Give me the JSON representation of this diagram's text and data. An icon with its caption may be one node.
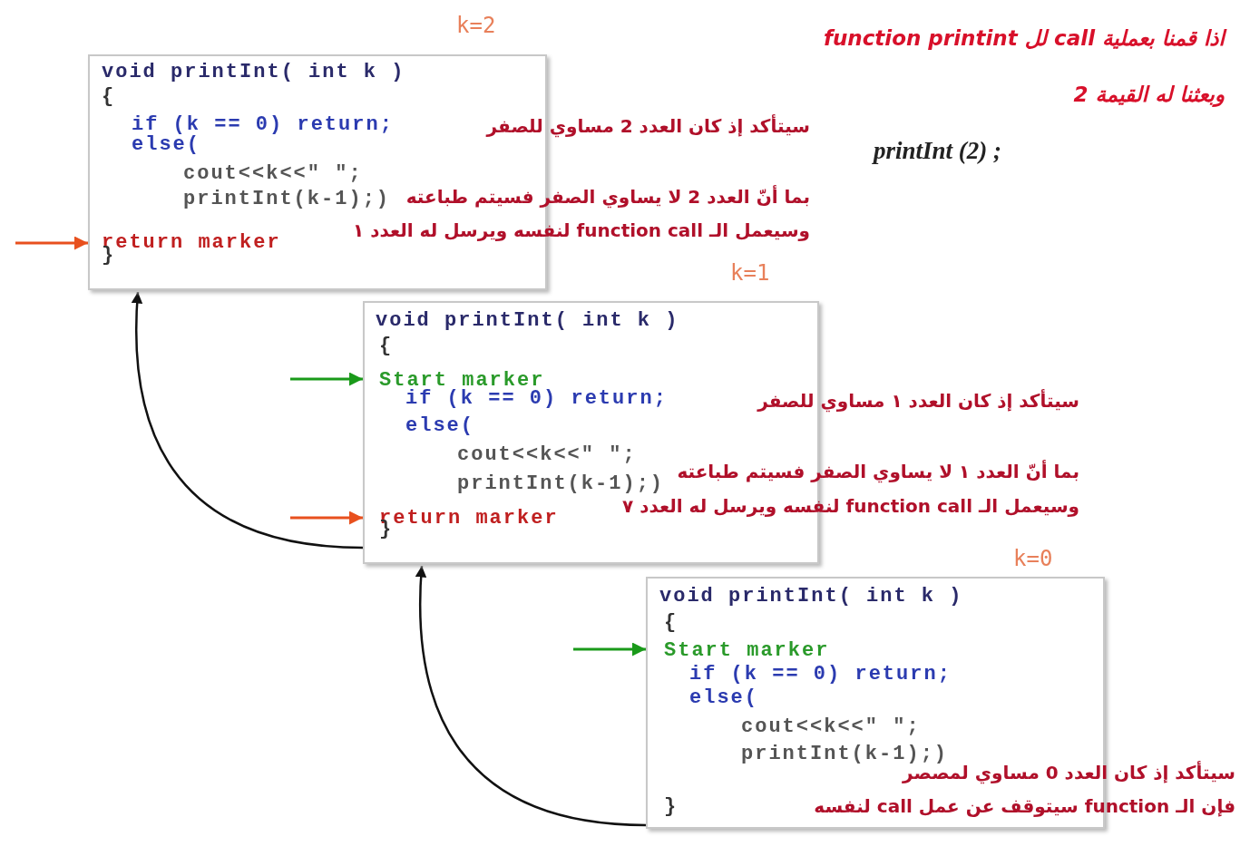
{
  "diagram": {
    "nodes": [
      {
        "text": [
          "void printInt( int k )",
          "{",
          "if (k == 0) return;",
          "else(",
          "cout<<k<<\" \";",
          "printInt(k-1);)",
          "return marker",
          "}"
        ],
        "beside": [
          "k=2"
        ]
      },
      {
        "text": [
          "void printInt( int k )",
          "{",
          "Start marker",
          "if (k == 0) return;",
          "else(",
          "cout<<k<<\" \";",
          "printInt(k-1);)",
          "return marker",
          "}"
        ],
        "beside": [
          "k=1"
        ]
      },
      {
        "text": [
          "void printInt( int k )",
          "{",
          "Start marker",
          "if (k == 0) return;",
          "else(",
          "cout<<k<<\" \";",
          "printInt(k-1);)",
          "}"
        ],
        "beside": [
          "k=0"
        ]
      }
    ],
    "edges": [
      {
        "from": 1,
        "to": 0,
        "arrow": "to"
      },
      {
        "from": 2,
        "to": 1,
        "arrow": "to"
      },
      {
        "from": null,
        "to": 0,
        "arrow": "to",
        "color": "#e8501e"
      },
      {
        "from": null,
        "to": 1,
        "arrow": "to",
        "color": "#1a9a1a"
      },
      {
        "from": null,
        "to": 1,
        "arrow": "to",
        "color": "#e8501e"
      },
      {
        "from": null,
        "to": 2,
        "arrow": "to",
        "color": "#1a9a1a"
      }
    ],
    "labels": [
      "اذا قمنا بعملية call لل function printint",
      "وبعثنا له القيمة 2",
      "printInt (2) ;",
      "سيتأكد إذ كان العدد 2 مساوي للصفر",
      "بما أنّ العدد 2 لا يساوي الصفر فسيتم طباعته",
      "وسيعمل الـ function call لنفسه ويرسل له العدد ١",
      "سيتأكد إذ كان العدد ١ مساوي للصفر",
      "بما أنّ العدد ١ لا يساوي الصفر فسيتم طباعته",
      "وسيعمل الـ function call لنفسه ويرسل له العدد ٧",
      "سيتأكد إذ كان العدد 0 مساوي لمصصر",
      "فإن الـ function سيتوقف عن عمل call لنفسه"
    ]
  }
}
